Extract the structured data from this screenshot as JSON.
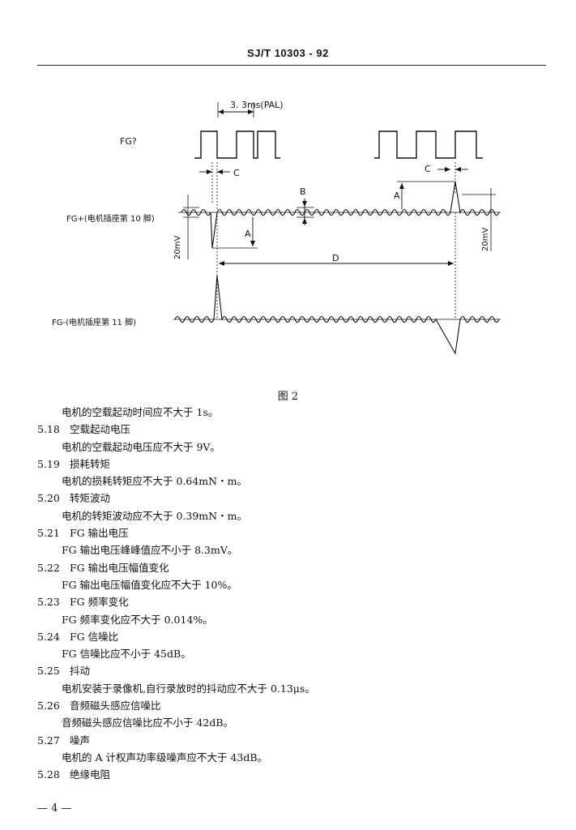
{
  "header": {
    "code": "SJ/T 10303 - 92"
  },
  "figure": {
    "caption": "图 2",
    "labels": {
      "timing": "3. 3ms(PAL)",
      "fg_signal": "FG?",
      "c": "C",
      "b": "B",
      "a": "A",
      "d": "D",
      "fg_plus": "FG+(电机插座第 10 脚)",
      "fg_minus": "FG-(电机插座第 11 脚)",
      "mv_left": "20mV",
      "mv_right": "20mV"
    }
  },
  "body": {
    "lines": [
      {
        "type": "para",
        "text": "电机的空载起动时间应不大于 1s。"
      },
      {
        "type": "heading",
        "num": "5.18",
        "text": "空载起动电压"
      },
      {
        "type": "para",
        "text": "电机的空载起动电压应不大于 9V。"
      },
      {
        "type": "heading",
        "num": "5.19",
        "text": "损耗转矩"
      },
      {
        "type": "para",
        "text": "电机的损耗转矩应不大于 0.64mN・m。"
      },
      {
        "type": "heading",
        "num": "5.20",
        "text": "转矩波动"
      },
      {
        "type": "para",
        "text": "电机的转矩波动应不大于 0.39mN・m。"
      },
      {
        "type": "heading",
        "num": "5.21",
        "text": "FG 输出电压"
      },
      {
        "type": "para",
        "text": "FG 输出电压峰峰值应不小于 8.3mV。"
      },
      {
        "type": "heading",
        "num": "5.22",
        "text": "FG 输出电压幅值变化"
      },
      {
        "type": "para",
        "text": "FG 输出电压幅值变化应不大于 10%。"
      },
      {
        "type": "heading",
        "num": "5.23",
        "text": "FG 频率变化"
      },
      {
        "type": "para",
        "text": "FG 频率变化应不大于 0.014%。"
      },
      {
        "type": "heading",
        "num": "5.24",
        "text": "FG 信噪比"
      },
      {
        "type": "para",
        "text": "FG 信噪比应不小于 45dB。"
      },
      {
        "type": "heading",
        "num": "5.25",
        "text": "抖动"
      },
      {
        "type": "para",
        "text": "电机安装于录像机,自行录放时的抖动应不大于 0.13μs。"
      },
      {
        "type": "heading",
        "num": "5.26",
        "text": "音频磁头感应信噪比"
      },
      {
        "type": "para",
        "text": "音频磁头感应信噪比应不小于 42dB。"
      },
      {
        "type": "heading",
        "num": "5.27",
        "text": "噪声"
      },
      {
        "type": "para",
        "text": "电机的 A 计权声功率级噪声应不大于 43dB。"
      },
      {
        "type": "heading",
        "num": "5.28",
        "text": "绝缘电阻"
      }
    ]
  },
  "footer": {
    "page": "— 4 —"
  }
}
